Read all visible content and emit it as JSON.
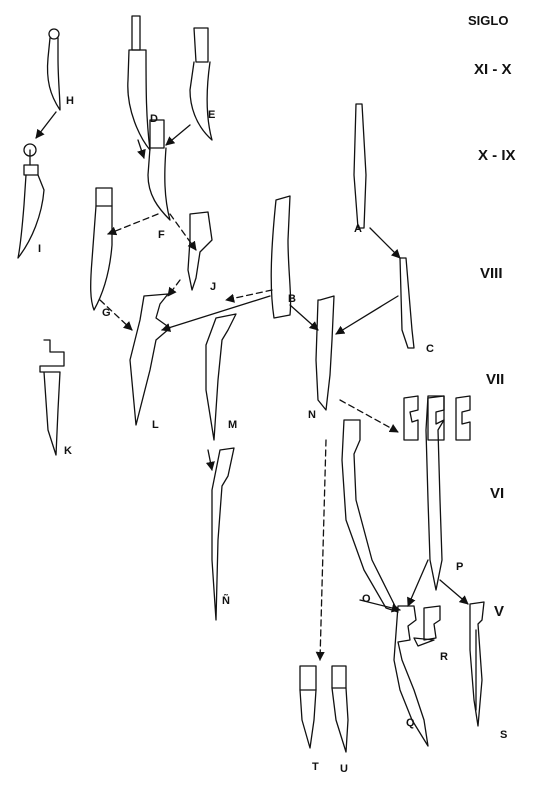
{
  "header": {
    "siglo": "SIGLO"
  },
  "centuries": [
    "XI - X",
    "X - IX",
    "VIII",
    "VII",
    "VI",
    "V"
  ],
  "labels": {
    "H": "H",
    "I": "I",
    "D": "D",
    "E": "E",
    "F": "F",
    "G": "G",
    "J": "J",
    "A": "A",
    "B": "B",
    "C": "C",
    "K": "K",
    "L": "L",
    "M": "M",
    "N": "N",
    "O": "O",
    "P": "P",
    "Q": "Q",
    "R": "R",
    "S": "S",
    "T": "T",
    "U": "U",
    "Ntilde": "Ñ"
  },
  "colors": {
    "ink": "#111111",
    "paper": "#ffffff"
  }
}
